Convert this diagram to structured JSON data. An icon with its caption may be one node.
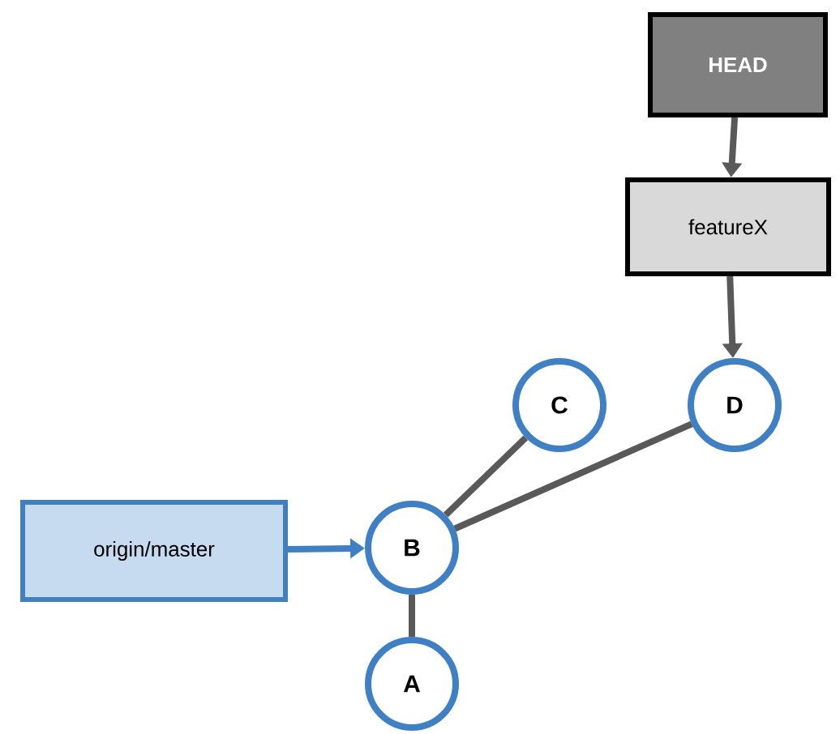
{
  "diagram": {
    "nodes": [
      {
        "text": [
          "HEAD"
        ]
      },
      {
        "text": [
          "featureX"
        ]
      },
      {
        "text": [
          "C"
        ]
      },
      {
        "text": [
          "D"
        ]
      },
      {
        "text": [
          "origin/master"
        ]
      },
      {
        "text": [
          "B"
        ]
      },
      {
        "text": [
          "A"
        ]
      }
    ],
    "edges": [
      {
        "from": 0,
        "to": 1,
        "arrow": "to"
      },
      {
        "from": 1,
        "to": 3,
        "arrow": "to"
      },
      {
        "from": 4,
        "to": 5,
        "arrow": "to",
        "color": "#3f7fc4"
      },
      {
        "from": 2,
        "to": 5,
        "arrow": "none"
      },
      {
        "from": 3,
        "to": 5,
        "arrow": "none"
      },
      {
        "from": 5,
        "to": 6,
        "arrow": "none"
      }
    ]
  }
}
